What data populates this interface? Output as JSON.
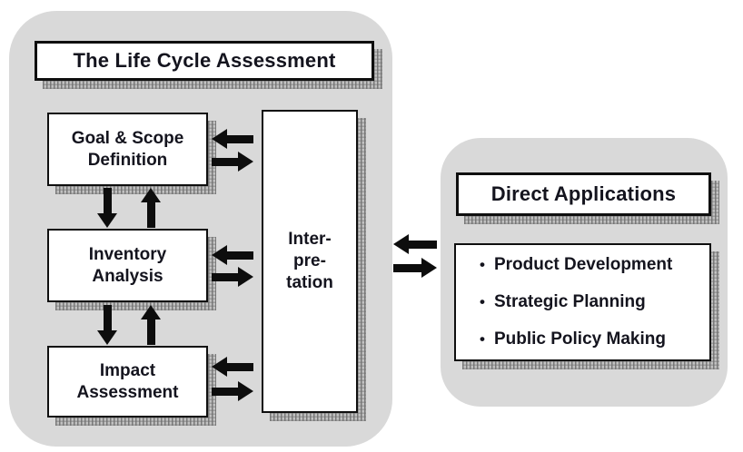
{
  "lca": {
    "title": "The Life Cycle Assessment",
    "stages": [
      {
        "name": "goal-scope-definition",
        "lines": [
          "Goal & Scope",
          "Definition"
        ]
      },
      {
        "name": "inventory-analysis",
        "lines": [
          "Inventory",
          "Analysis"
        ]
      },
      {
        "name": "impact-assessment",
        "lines": [
          "Impact",
          "Assessment"
        ]
      }
    ],
    "interpretation": {
      "lines": [
        "Inter-",
        "pre-",
        "tation"
      ]
    }
  },
  "applications": {
    "title": "Direct Applications",
    "bullet": "•",
    "items": [
      "Product Development",
      "Strategic Planning",
      "Public Policy Making"
    ]
  },
  "colors": {
    "panel_bg": "#d9d9d9",
    "box_bg": "#ffffff",
    "box_border": "#0f0f0f",
    "text": "#14141e",
    "arrow": "#0d0d0d",
    "shadow_base": "#c2c2c2",
    "shadow_tick": "#6e6e6e"
  }
}
